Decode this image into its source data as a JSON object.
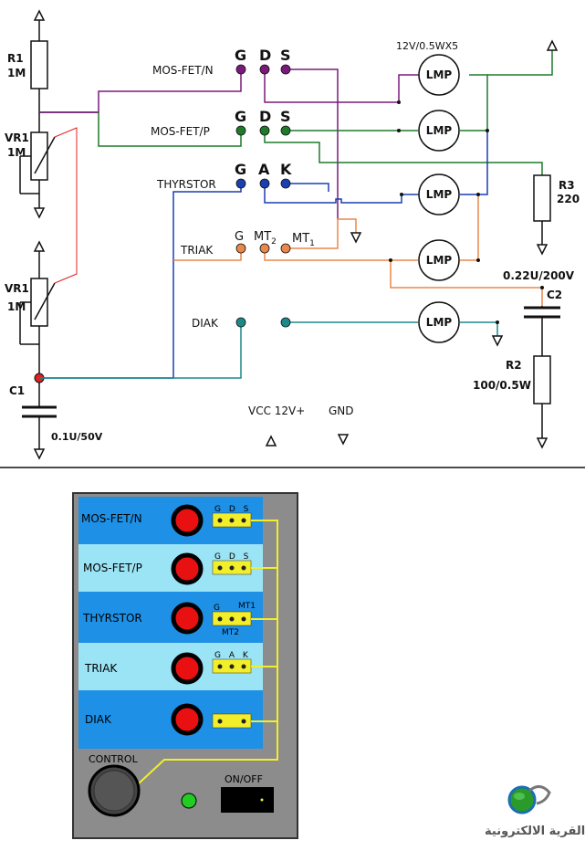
{
  "colors": {
    "purple": "#7a1a7a",
    "green": "#1f7a2a",
    "blue": "#1a3fb0",
    "orange": "#e8884a",
    "teal": "#1d8a8a",
    "red_wire": "#e02020",
    "black": "#111111",
    "panel_gray": "#8c8c8c",
    "panel_dark": "#4a4a4a",
    "row_dark": "#1e90e6",
    "row_light": "#9be4f5",
    "button_red": "#e81010",
    "connector_yellow": "#f2ee2a",
    "led_green": "#22cc22"
  },
  "schematic": {
    "r1": {
      "name": "R1",
      "value": "1M"
    },
    "vr1_top": {
      "name": "VR1",
      "value": "1M"
    },
    "vr1_bottom": {
      "name": "VR1",
      "value": "1M"
    },
    "c1": {
      "name": "C1",
      "value": "0.1U/50V"
    },
    "r3": {
      "name": "R3",
      "value": "220"
    },
    "c2": {
      "name": "C2",
      "value": "0.22U/200V"
    },
    "r2": {
      "name": "R2",
      "value": "100/0.5W"
    },
    "lamp_rating": "12V/0.5WX5",
    "lamp_label": "LMP",
    "vcc_label": "VCC 12V+",
    "gnd_label": "GND",
    "rows": [
      {
        "label": "MOS-FET/N",
        "pins": [
          "G",
          "D",
          "S"
        ]
      },
      {
        "label": "MOS-FET/P",
        "pins": [
          "G",
          "D",
          "S"
        ]
      },
      {
        "label": "THYRSTOR",
        "pins": [
          "G",
          "A",
          "K"
        ]
      },
      {
        "label": "TRIAK",
        "pins": [
          "G",
          "MT",
          "MT"
        ],
        "subs": [
          "",
          "2",
          "1"
        ]
      },
      {
        "label": "DIAK",
        "pins": []
      }
    ]
  },
  "panel": {
    "rows": [
      {
        "label": "MOS-FET/N",
        "pins": "G D S"
      },
      {
        "label": "MOS-FET/P",
        "pins": "G D S"
      },
      {
        "label": "THYRSTOR",
        "pins_top": "G",
        "pins_top_right": "MT1",
        "pins_bottom": "MT2"
      },
      {
        "label": "TRIAK",
        "pins": "G A K"
      },
      {
        "label": "DIAK",
        "pins": ""
      }
    ],
    "control_label": "CONTROL",
    "onoff_label": "ON/OFF"
  },
  "watermark": {
    "arabic": "القرية الالكترونية"
  }
}
